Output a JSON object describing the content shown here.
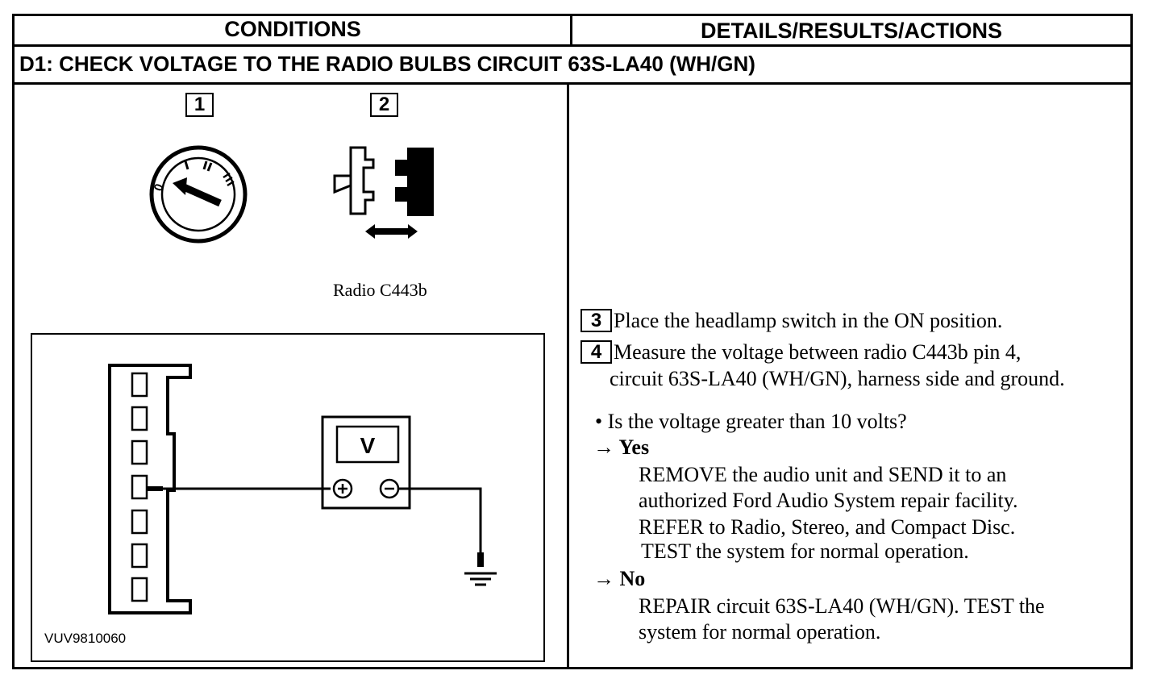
{
  "header": {
    "conditions": "CONDITIONS",
    "details": "DETAILS/RESULTS/ACTIONS"
  },
  "test_step": {
    "title": "D1: CHECK VOLTAGE TO THE RADIO BULBS CIRCUIT 63S-LA40 (WH/GN)"
  },
  "figures": {
    "step1_number": "1",
    "step2_number": "2",
    "ignition_marks": [
      "0",
      "I",
      "II",
      "III"
    ],
    "connector_caption": "Radio C443b",
    "meter_label": "V",
    "figure_id": "VUV9810060"
  },
  "actions": {
    "step3_number": "3",
    "step3_text": "Place the headlamp switch in the ON position.",
    "step4_number": "4",
    "step4_line1": "Measure the voltage between radio C443b pin 4,",
    "step4_line2": "circuit 63S-LA40 (WH/GN), harness side and ground.",
    "question": "• Is the voltage greater than 10 volts?",
    "yes_label": "→ Yes",
    "yes_lines": [
      "REMOVE the audio unit and SEND it to an",
      "authorized Ford Audio System repair facility.",
      "REFER to Radio, Stereo, and Compact Disc.",
      "TEST the system for normal operation."
    ],
    "no_label": "→ No",
    "no_lines": [
      "REPAIR circuit 63S-LA40 (WH/GN). TEST the",
      "system for normal operation."
    ]
  }
}
